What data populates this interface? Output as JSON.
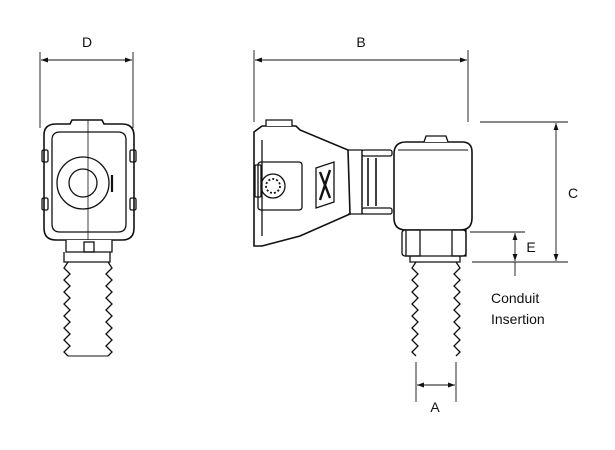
{
  "dimensions": {
    "A": "A",
    "B": "B",
    "C": "C",
    "D": "D",
    "E": "E"
  },
  "note": {
    "line1": "Conduit",
    "line2": "Insertion"
  },
  "colors": {
    "line": "#111111",
    "fill": "#ffffff"
  }
}
